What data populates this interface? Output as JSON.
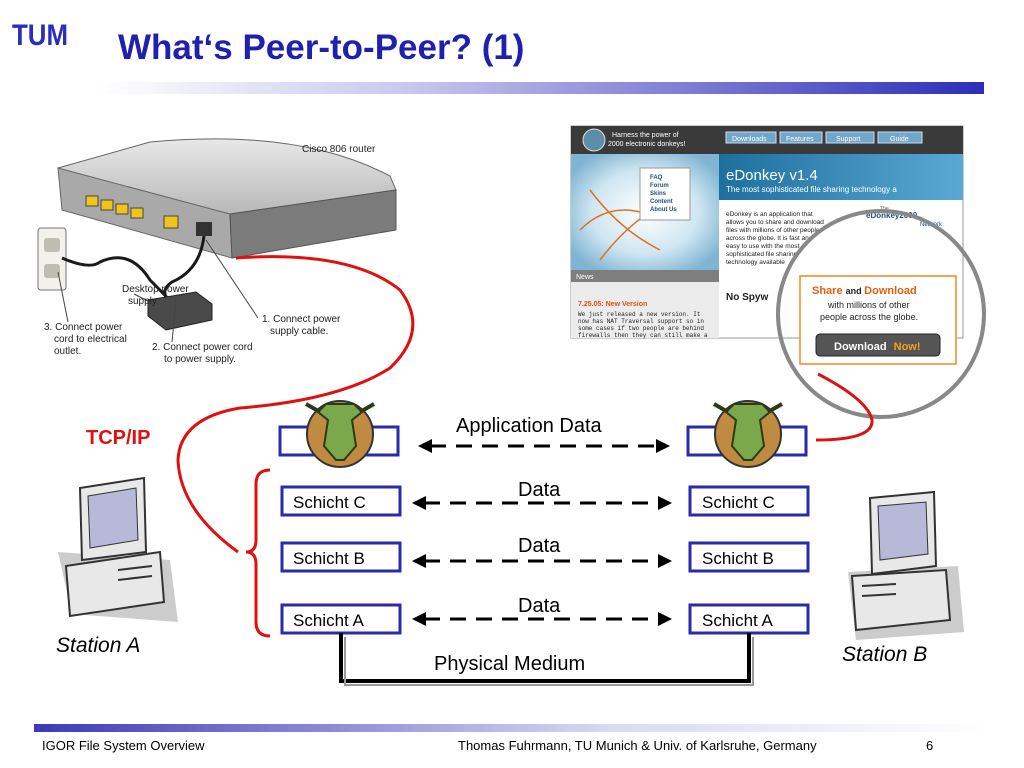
{
  "slide": {
    "title": "What‘s Peer-to-Peer? (1)",
    "logo_text": "TUM"
  },
  "router": {
    "model_label": "Cisco 806 router",
    "callout_power_supply": [
      "Desktop power",
      "supply"
    ],
    "step1": [
      "1. Connect power",
      "supply cable."
    ],
    "step2": [
      "2. Connect power cord",
      "to power supply."
    ],
    "step3": [
      "3. Connect power",
      "cord to electrical",
      "outlet."
    ]
  },
  "edonkey": {
    "tagline": [
      "Harness the power of",
      "2000 electronic donkeys!"
    ],
    "nav_tabs": [
      "Downloads",
      "Features",
      "Support",
      "Guide"
    ],
    "menu_items": [
      "FAQ",
      "Forum",
      "Skins",
      "Content",
      "About Us"
    ],
    "heading": "eDonkey v1.4",
    "subheading": "The most sophisticated file sharing technology a",
    "body": [
      "eDonkey is an application that",
      "allows you to share and download",
      "files with millions of other people",
      "across the globe. It is fast and",
      "easy to use with the most",
      "sophisticated file sharing",
      "technology available"
    ],
    "brand": "eDonkey2000",
    "network_word": "Network",
    "news_label": "News",
    "news_date": "7.25.05: New Version",
    "news_body": [
      "We just released a new version. It",
      "now has NAT Traversal support so in",
      "some cases if two people are behind",
      "firewalls then they can still make a"
    ],
    "no_spyware": "No Spyw",
    "zoom_share": "Share",
    "zoom_and": "and",
    "zoom_download": "Download",
    "zoom_line2": "with millions of other",
    "zoom_line3": "people across the globe.",
    "zoom_button_a": "Download",
    "zoom_button_b": "Now!"
  },
  "protocol": {
    "tcpip_label": "TCP/IP",
    "application_data": "Application Data",
    "data_label": "Data",
    "physical_medium": "Physical Medium",
    "layers": [
      "Schicht C",
      "Schicht B",
      "Schicht A"
    ],
    "station_a": "Station A",
    "station_b": "Station B"
  },
  "footer": {
    "left": "IGOR File System Overview",
    "center": "Thomas Fuhrmann, TU Munich & Univ. of Karlsruhe, Germany",
    "page": "6"
  },
  "colors": {
    "title": "#1f1fb0",
    "box_border": "#2a2aaa",
    "red_line": "#e01010",
    "tcpip": "#e01010"
  }
}
